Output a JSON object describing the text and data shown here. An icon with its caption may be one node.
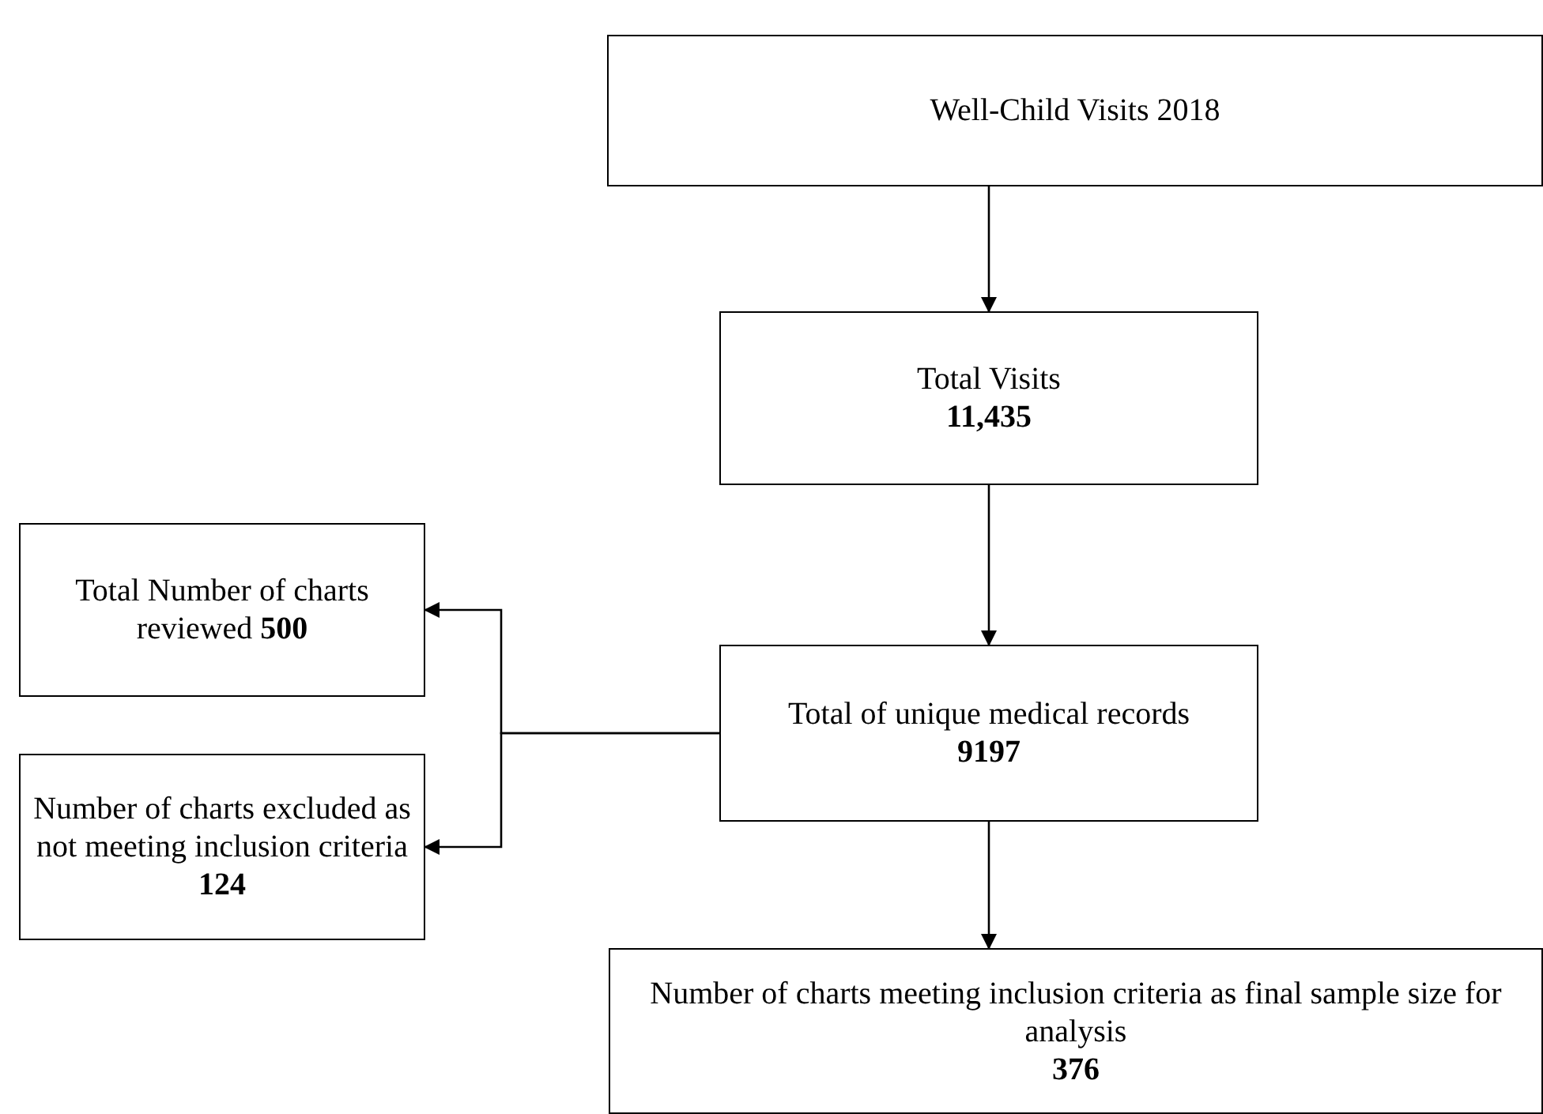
{
  "diagram": {
    "nodes": [
      {
        "text": [
          "Well-Child Visits 2018"
        ]
      },
      {
        "text": [
          "Total Visits",
          "11,435"
        ]
      },
      {
        "text": [
          "Total Number of charts reviewed **500**"
        ]
      },
      {
        "text": [
          "Total of unique medical records",
          "9197"
        ]
      },
      {
        "text": [
          "Number of charts excluded as not meeting inclusion criteria **124**"
        ]
      },
      {
        "text": [
          "Number of charts meeting inclusion criteria as final sample size for analysis",
          "376"
        ]
      }
    ],
    "edges": [
      {
        "from": 0,
        "to": 1,
        "arrow": "to"
      },
      {
        "from": 1,
        "to": 3,
        "arrow": "to"
      },
      {
        "from": 3,
        "to": 2,
        "arrow": "to"
      },
      {
        "from": 3,
        "to": 4,
        "arrow": "to"
      },
      {
        "from": 3,
        "to": 5,
        "arrow": "to"
      }
    ]
  }
}
